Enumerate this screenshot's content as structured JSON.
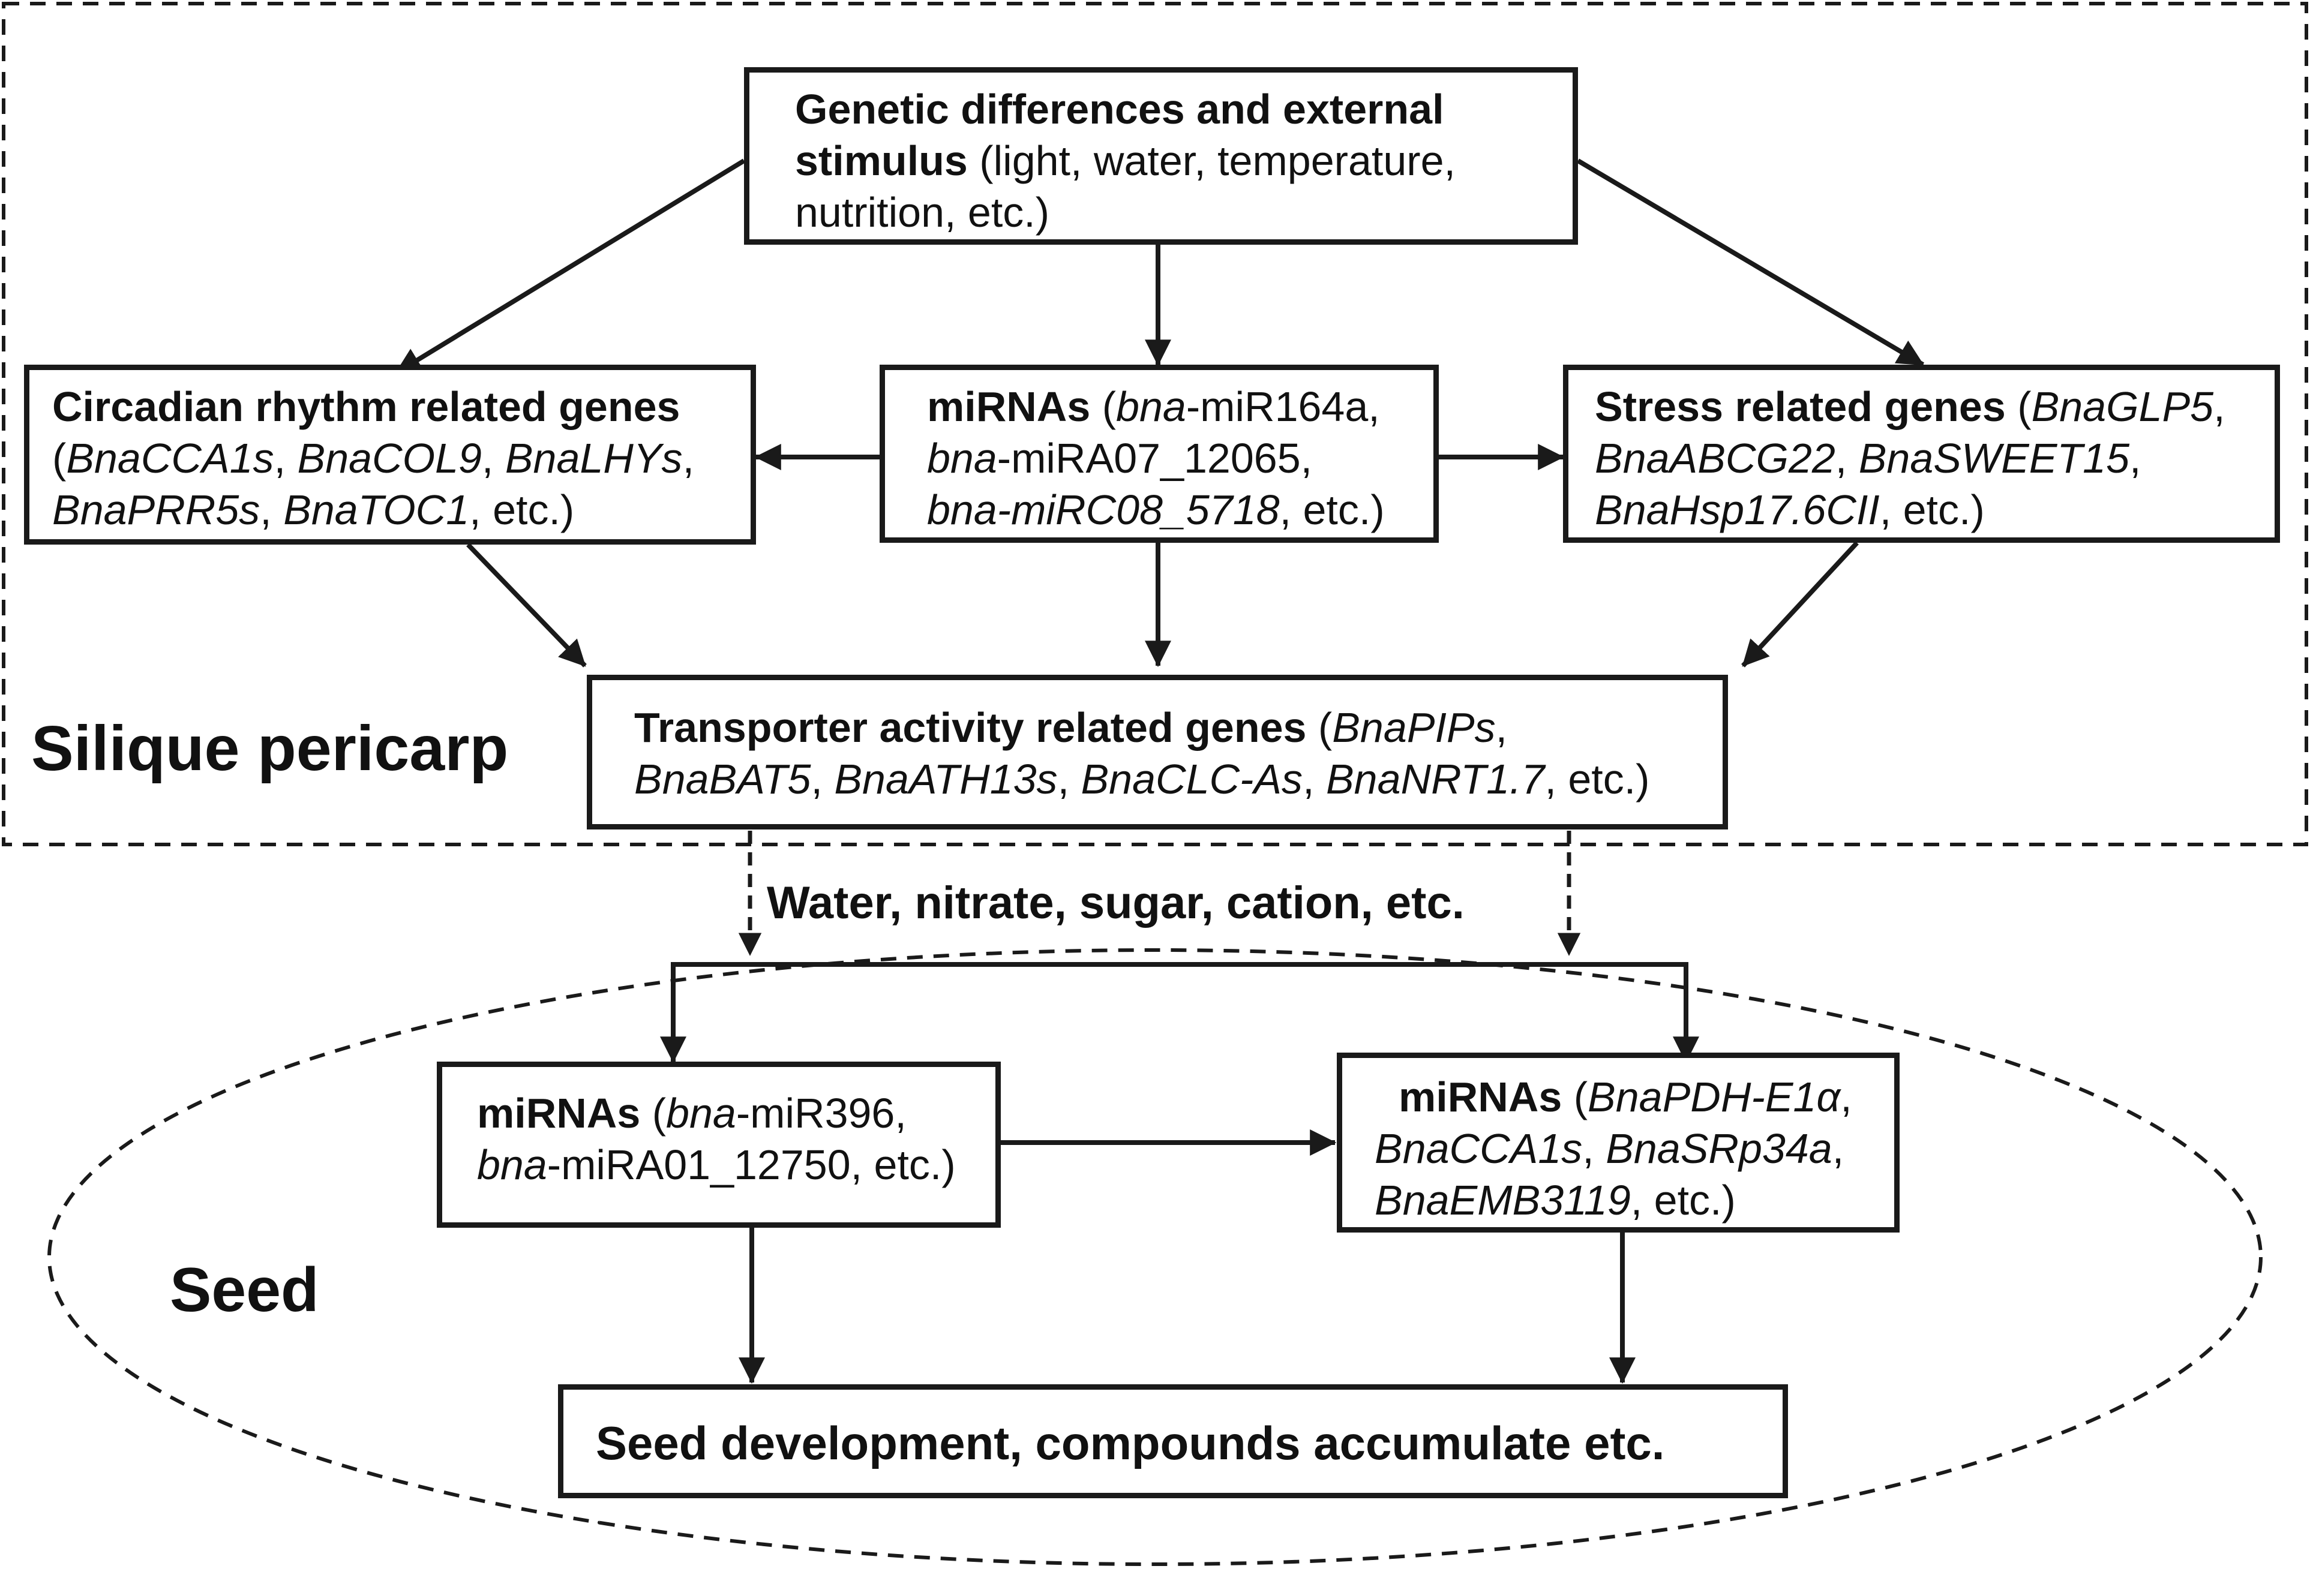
{
  "regions": {
    "pericarp_label": "Silique pericarp",
    "seed_label": "Seed"
  },
  "flow_label": "Water, nitrate, sugar, cation, etc.",
  "boxes": {
    "stimulus": {
      "line1_bold": "Genetic differences and external",
      "line2_bold": "stimulus",
      "line2_rest": " (light, water, temperature,",
      "line3": "nutrition, etc.)"
    },
    "circadian": {
      "title": "Circadian rhythm related genes",
      "l2_a": "(",
      "l2_g1": "BnaCCA1s",
      "l2_s1": ", ",
      "l2_g2": "BnaCOL9",
      "l2_s2": ", ",
      "l2_g3": "BnaLHYs",
      "l2_end": ",",
      "l3_g1": "BnaPRR5s",
      "l3_s1": ", ",
      "l3_g2": "BnaTOC1",
      "l3_end": ", etc.)"
    },
    "mirna_pericarp": {
      "title": "miRNAs",
      "l1_a": " (",
      "l1_g": "bna",
      "l1_b": "-miR164a,",
      "l2_g": "bna",
      "l2_b": "-miRA07_12065,",
      "l3_g": "bna-miRC08_5718",
      "l3_b": ", etc.)"
    },
    "stress": {
      "title": "Stress related genes",
      "l1_a": " (",
      "l1_g": "BnaGLP5",
      "l1_b": ",",
      "l2_g1": "BnaABCG22",
      "l2_s1": ", ",
      "l2_g2": "BnaSWEET15",
      "l2_end": ",",
      "l3_g": "BnaHsp17.6CII",
      "l3_end": ", etc.)"
    },
    "transporter": {
      "title": "Transporter activity related genes",
      "l1_a": " (",
      "l1_g": "BnaPIPs",
      "l1_b": ",",
      "l2_g1": "BnaBAT5",
      "l2_s1": ", ",
      "l2_g2": "BnaATH13s",
      "l2_s2": ", ",
      "l2_g3": "BnaCLC-As",
      "l2_s3": ", ",
      "l2_g4": "BnaNRT1.7",
      "l2_end": ", etc.)"
    },
    "mirna_seed": {
      "title": "miRNAs",
      "l1_a": " (",
      "l1_g": "bna",
      "l1_b": "-miR396,",
      "l2_g": "bna",
      "l2_b": "-miRA01_12750, etc.)"
    },
    "mirna_targets": {
      "title": "miRNAs",
      "l1_a": " (",
      "l1_g": "BnaPDH-E1α",
      "l1_b": ",",
      "l2_g1": "BnaCCA1s",
      "l2_s1": ", ",
      "l2_g2": "BnaSRp34a",
      "l2_end": ",",
      "l3_g": "BnaEMB3119",
      "l3_end": ", etc.)"
    },
    "seed_dev": {
      "text": "Seed development, compounds accumulate etc."
    }
  }
}
